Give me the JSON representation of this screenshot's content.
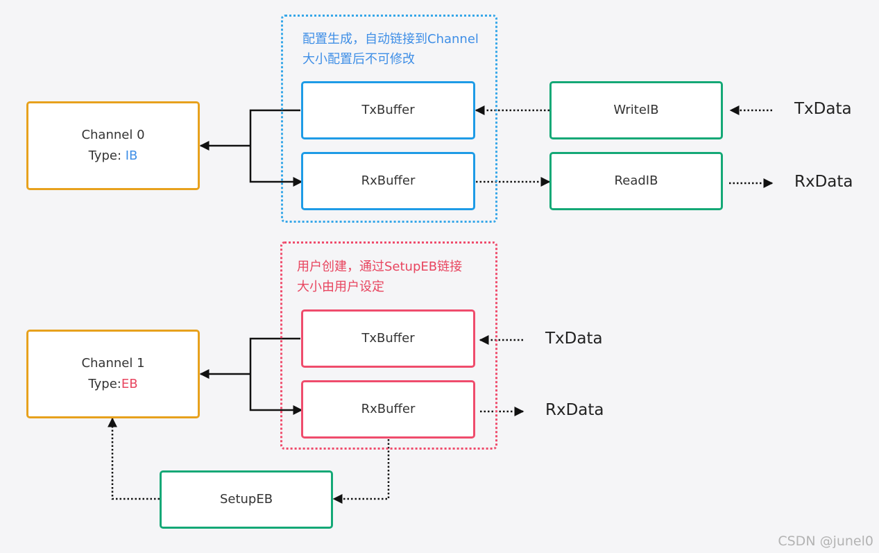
{
  "colors": {
    "channel_border": "#e7a11d",
    "ib_group": "#35a6e8",
    "ib_buffer": "#1e9be6",
    "eb_group": "#ef4c6c",
    "api_box": "#14a876",
    "ib_note_text": "#3e8ee6",
    "eb_note_text": "#e8455f"
  },
  "channel0": {
    "name": "Channel 0",
    "type_prefix": "Type: ",
    "type_value": "IB"
  },
  "channel1": {
    "name": "Channel 1",
    "type_prefix": "Type:",
    "type_value": "EB"
  },
  "ib_group": {
    "note_line1": "配置生成，自动链接到Channel",
    "note_line2": "大小配置后不可修改",
    "tx_buffer": "TxBuffer",
    "rx_buffer": "RxBuffer"
  },
  "eb_group": {
    "note_line1": "用户创建，通过SetupEB链接",
    "note_line2": "大小由用户设定",
    "tx_buffer": "TxBuffer",
    "rx_buffer": "RxBuffer"
  },
  "api": {
    "write_ib": "WriteIB",
    "read_ib": "ReadIB",
    "setup_eb": "SetupEB"
  },
  "external": {
    "ib_tx": "TxData",
    "ib_rx": "RxData",
    "eb_tx": "TxData",
    "eb_rx": "RxData"
  },
  "watermark": "CSDN @junel0"
}
